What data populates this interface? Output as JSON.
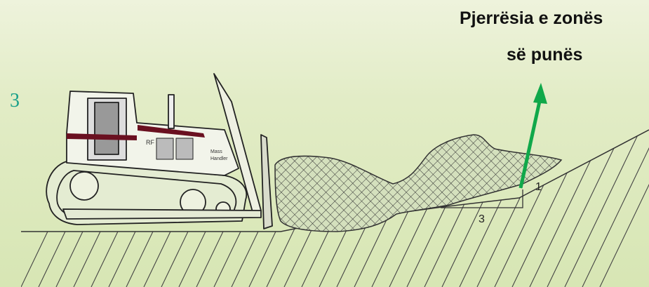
{
  "title": {
    "line1": "Pjerrësia e zonës",
    "line2": "së punës"
  },
  "slope_ratio": {
    "rise": "1",
    "run": "3"
  },
  "bulldozer": {
    "logo_text": "RF",
    "brand_line1": "Mass",
    "brand_line2": "Handler"
  },
  "slide_number": "3",
  "colors": {
    "arrow": "#10a84a",
    "soil_fill": "#cfdcb5",
    "ink": "#222222",
    "accent_stripe": "#6a1020"
  },
  "icons": {
    "arrow": "up-right-arrow-icon"
  }
}
